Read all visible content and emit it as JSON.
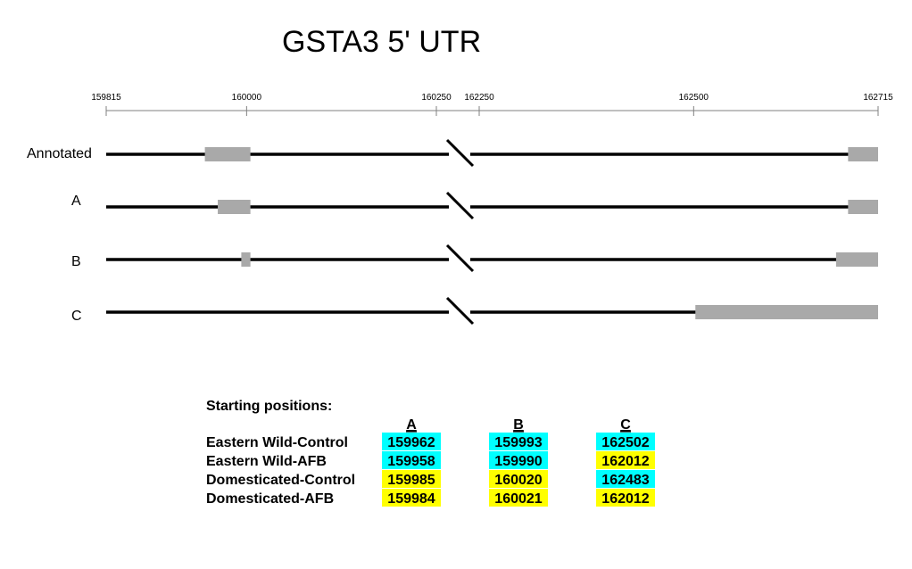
{
  "title": "GSTA3 5' UTR",
  "axis": {
    "ticks": [
      "159815",
      "160000",
      "160250",
      "162250",
      "162500",
      "162715"
    ]
  },
  "tracks": [
    {
      "label": "Annotated",
      "segments": [
        {
          "from": 159945,
          "to": 160005
        },
        {
          "from": 162680,
          "to": 162715
        }
      ]
    },
    {
      "label": "A",
      "segments": [
        {
          "from": 159962,
          "to": 160005
        },
        {
          "from": 162680,
          "to": 162715
        }
      ]
    },
    {
      "label": "B",
      "segments": [
        {
          "from": 159993,
          "to": 160005
        },
        {
          "from": 162666,
          "to": 162715
        }
      ]
    },
    {
      "label": "C",
      "segments": [
        {
          "from": 162502,
          "to": 162715
        }
      ]
    }
  ],
  "colors": {
    "line": "#000000",
    "segment": "#a9a9a9",
    "cyan": "#00ffff",
    "yellow": "#ffff00"
  },
  "table": {
    "heading": "Starting positions:",
    "columns": [
      "A",
      "B",
      "C"
    ],
    "rows": [
      {
        "label": "Eastern Wild-Control",
        "cells": [
          {
            "value": "159962",
            "color": "cyan"
          },
          {
            "value": "159993",
            "color": "cyan"
          },
          {
            "value": "162502",
            "color": "cyan"
          }
        ]
      },
      {
        "label": "Eastern Wild-AFB",
        "cells": [
          {
            "value": "159958",
            "color": "cyan"
          },
          {
            "value": "159990",
            "color": "cyan"
          },
          {
            "value": "162012",
            "color": "yellow"
          }
        ]
      },
      {
        "label": "Domesticated-Control",
        "cells": [
          {
            "value": "159985",
            "color": "yellow"
          },
          {
            "value": "160020",
            "color": "yellow"
          },
          {
            "value": "162483",
            "color": "cyan"
          }
        ]
      },
      {
        "label": "Domesticated-AFB",
        "cells": [
          {
            "value": "159984",
            "color": "yellow"
          },
          {
            "value": "160021",
            "color": "yellow"
          },
          {
            "value": "162012",
            "color": "yellow"
          }
        ]
      }
    ]
  }
}
